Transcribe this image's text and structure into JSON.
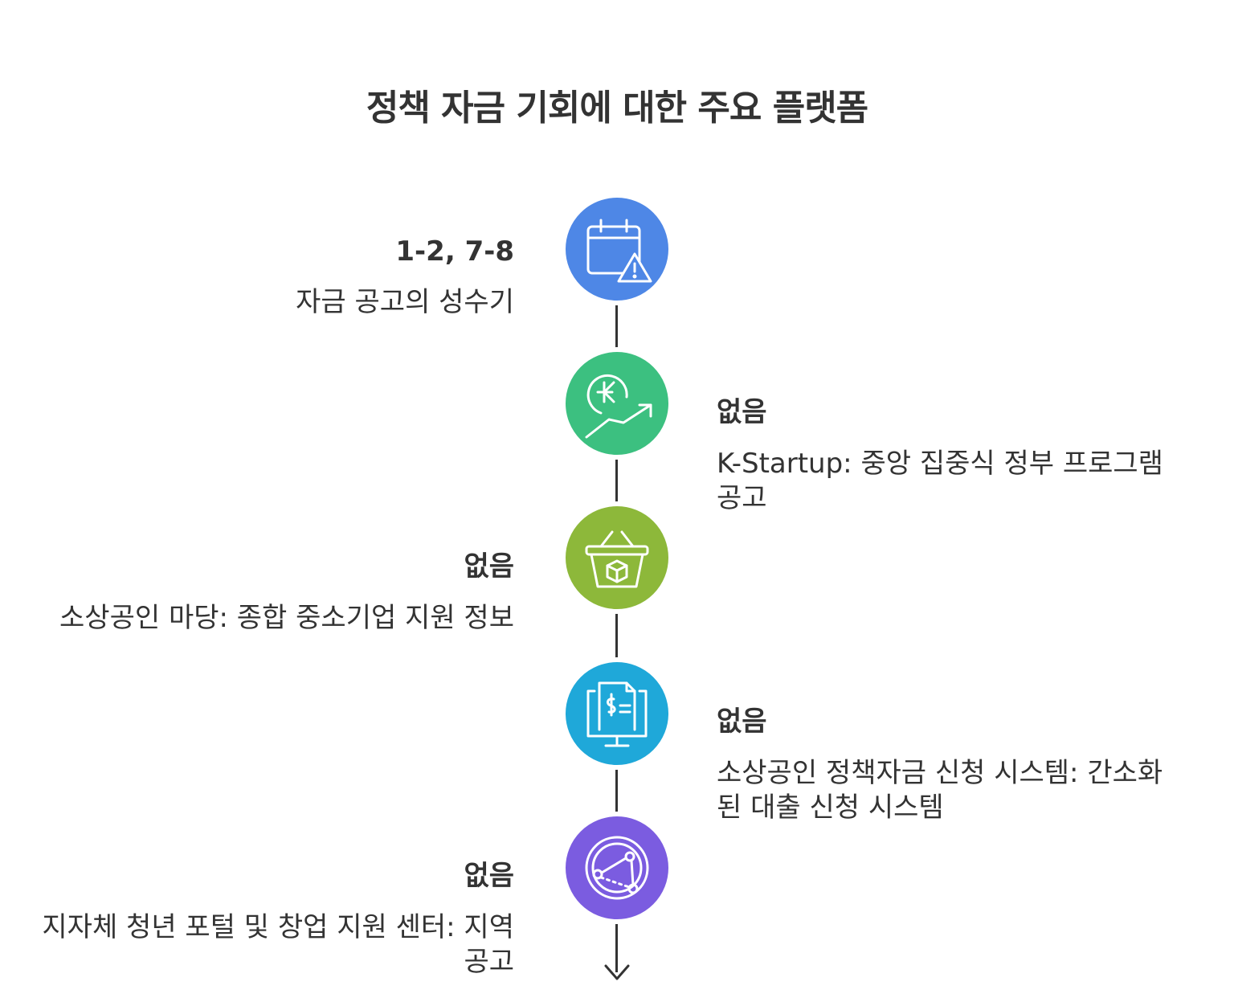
{
  "title": "정책 자금 기회에 대한 주요 플랫폼",
  "colors": {
    "node1": "#4E87E6",
    "node2": "#3CC080",
    "node3": "#8DB83A",
    "node4": "#1FA8D9",
    "node5": "#7B5CE0",
    "line": "#333333"
  },
  "steps": [
    {
      "head": "1-2, 7-8",
      "desc": "자금 공고의 성수기",
      "icon": "calendar-warning-icon"
    },
    {
      "head": "없음",
      "desc": "K-Startup: 중앙 집중식 정부 프로그램 공고",
      "icon": "won-growth-icon"
    },
    {
      "head": "없음",
      "desc": "소상공인 마당: 종합 중소기업 지원 정보",
      "icon": "basket-box-icon"
    },
    {
      "head": "없음",
      "desc": "소상공인 정책자금 신청 시스템: 간소화된 대출 신청 시스템",
      "icon": "monitor-invoice-icon"
    },
    {
      "head": "없음",
      "desc": "지자체 청년 포털 및 창업 지원 센터: 지역 공고",
      "icon": "globe-network-icon"
    }
  ]
}
